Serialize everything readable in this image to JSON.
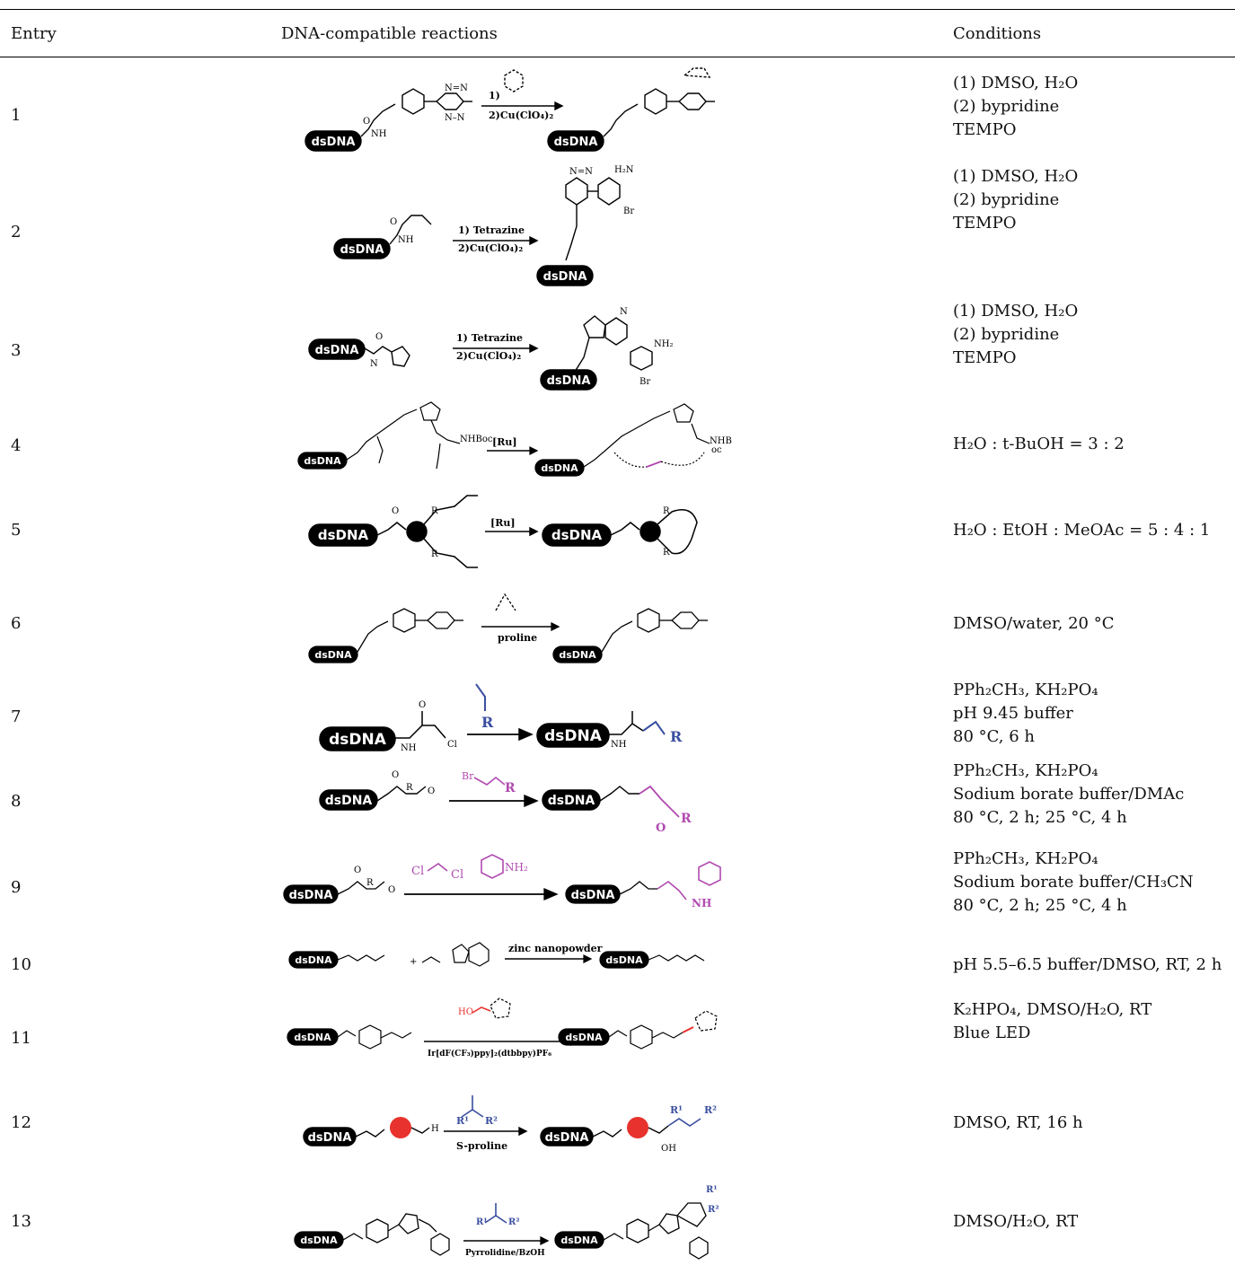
{
  "header": {
    "entry": "Entry",
    "reactions": "DNA-compatible reactions",
    "conditions": "Conditions"
  },
  "dna_label": "dsDNA",
  "rows": [
    {
      "entry": "1",
      "reagents": [
        "1)",
        "2)Cu(ClO₄)₂"
      ],
      "conditions": [
        "(1) DMSO, H₂O",
        "(2) bypridine",
        "TEMPO"
      ]
    },
    {
      "entry": "2",
      "reagents": [
        "1) Tetrazine",
        "2)Cu(ClO₄)₂"
      ],
      "conditions": [
        "(1) DMSO, H₂O",
        "(2) bypridine",
        "TEMPO"
      ]
    },
    {
      "entry": "3",
      "reagents": [
        "1) Tetrazine",
        "2)Cu(ClO₄)₂"
      ],
      "conditions": [
        "(1) DMSO, H₂O",
        "(2) bypridine",
        "TEMPO"
      ]
    },
    {
      "entry": "4",
      "reagents": [
        "[Ru]"
      ],
      "conditions": [
        "H₂O : t-BuOH = 3 : 2"
      ]
    },
    {
      "entry": "5",
      "reagents": [
        "[Ru]"
      ],
      "conditions": [
        "H₂O : EtOH : MeOAc = 5 : 4 : 1"
      ]
    },
    {
      "entry": "6",
      "reagents": [
        "proline"
      ],
      "conditions": [
        "DMSO/water, 20 °C"
      ]
    },
    {
      "entry": "7",
      "reagents": [],
      "conditions": [
        "PPh₂CH₃, KH₂PO₄",
        "pH 9.45 buffer",
        "80 °C, 6 h"
      ]
    },
    {
      "entry": "8",
      "reagents": [],
      "conditions": [
        "PPh₂CH₃, KH₂PO₄",
        "Sodium borate buffer/DMAc",
        "80 °C, 2 h; 25 °C, 4 h"
      ]
    },
    {
      "entry": "9",
      "reagents": [],
      "conditions": [
        "PPh₂CH₃, KH₂PO₄",
        "Sodium borate buffer/CH₃CN",
        "80 °C, 2 h; 25 °C, 4 h"
      ]
    },
    {
      "entry": "10",
      "reagents": [
        "zinc nanopowder"
      ],
      "conditions": [
        "pH 5.5–6.5 buffer/DMSO, RT, 2 h"
      ]
    },
    {
      "entry": "11",
      "reagents": [
        "Ir[dF(CF₃)ppy]₂(dtbbpy)PF₆"
      ],
      "conditions": [
        "K₂HPO₄, DMSO/H₂O, RT",
        "Blue LED"
      ]
    },
    {
      "entry": "12",
      "reagents": [
        "S-proline"
      ],
      "conditions": [
        "DMSO, RT, 16 h"
      ]
    },
    {
      "entry": "13",
      "reagents": [
        "Pyrrolidine/BzOH"
      ],
      "conditions": [
        "DMSO/H₂O, RT"
      ]
    }
  ],
  "colors": {
    "blue": "#3a4fa0",
    "magenta": "#b04ab0",
    "red": "#e8322d",
    "black": "#000000"
  }
}
